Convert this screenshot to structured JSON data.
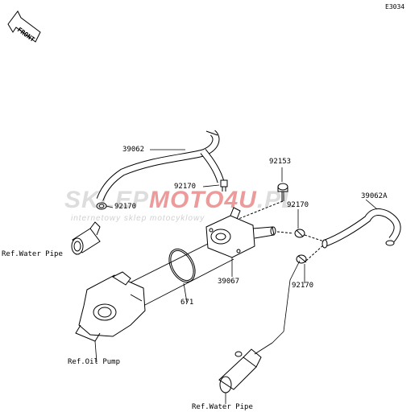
{
  "diagram": {
    "code": "E3034",
    "front_label": "FRONT",
    "watermark": {
      "brand_a": "SKLEP",
      "brand_b": "MOTO",
      "brand_c": "4U",
      "brand_d": ".PL",
      "tagline": "internetowy sklep motocyklowy"
    },
    "parts": {
      "hose_upper": "39062",
      "clamp_a": "92170",
      "clamp_b": "92170",
      "bolt": "92153",
      "hose_right": "39062A",
      "clamp_c": "92170",
      "clamp_d": "92170",
      "cooler": "39067",
      "oring": "671"
    },
    "refs": {
      "water_pipe_left": "Ref.Water Pipe",
      "oil_pump": "Ref.Oil Pump",
      "water_pipe_bottom": "Ref.Water Pipe"
    }
  }
}
